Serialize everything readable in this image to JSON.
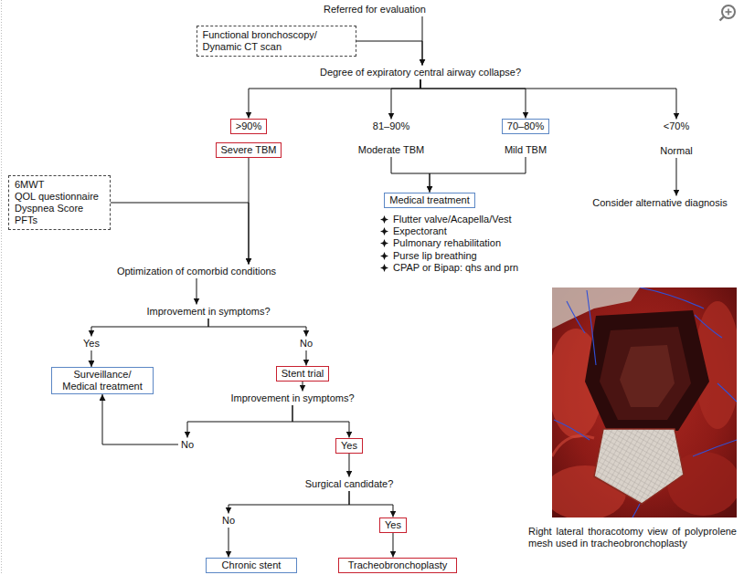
{
  "diagram": {
    "nodes": [
      {
        "text": [
          "Referred for evaluation"
        ]
      },
      {
        "text": [
          "Functional bronchoscopy/ Dynamic CT scan"
        ]
      },
      {
        "text": [
          "Degree of expiratory central airway collapse?"
        ]
      },
      {
        "text": [
          ">90%"
        ]
      },
      {
        "text": [
          "81–90%"
        ]
      },
      {
        "text": [
          "70–80%"
        ]
      },
      {
        "text": [
          "<70%"
        ]
      },
      {
        "text": [
          "Severe TBM"
        ]
      },
      {
        "text": [
          "Moderate TBM"
        ]
      },
      {
        "text": [
          "Mild TBM"
        ]
      },
      {
        "text": [
          "Normal"
        ]
      },
      {
        "text": [
          "6MWT",
          "QOL questionnaire",
          "Dyspnea Score",
          "PFTs"
        ]
      },
      {
        "text": [
          "Medical treatment"
        ]
      },
      {
        "text": [
          "Consider alternative diagnosis"
        ]
      },
      {
        "text": [
          "Optimization of comorbid conditions"
        ]
      },
      {
        "text": [
          "Improvement in symptoms?"
        ]
      },
      {
        "text": [
          "Yes"
        ]
      },
      {
        "text": [
          "No"
        ]
      },
      {
        "text": [
          "Surveillance/ Medical treatment"
        ]
      },
      {
        "text": [
          "Stent trial"
        ]
      },
      {
        "text": [
          "Improvement in symptoms?"
        ]
      },
      {
        "text": [
          "No"
        ]
      },
      {
        "text": [
          "Yes"
        ]
      },
      {
        "text": [
          "Surgical candidate?"
        ]
      },
      {
        "text": [
          "No"
        ]
      },
      {
        "text": [
          "Yes"
        ]
      },
      {
        "text": [
          "Chronic stent"
        ]
      },
      {
        "text": [
          "Tracheobronchoplasty"
        ]
      }
    ],
    "edges": [
      {
        "from": 0,
        "to": 2,
        "arrow": "to"
      },
      {
        "from": 1,
        "to": 2,
        "arrow": "to"
      },
      {
        "from": 2,
        "to": 3,
        "arrow": "to"
      },
      {
        "from": 2,
        "to": 4,
        "arrow": "to"
      },
      {
        "from": 2,
        "to": 5,
        "arrow": "to"
      },
      {
        "from": 2,
        "to": 6,
        "arrow": "to"
      },
      {
        "from": 7,
        "to": 14,
        "arrow": "to"
      },
      {
        "from": 11,
        "to": 14,
        "arrow": "to"
      },
      {
        "from": 8,
        "to": 12,
        "arrow": "to"
      },
      {
        "from": 9,
        "to": 12,
        "arrow": "to"
      },
      {
        "from": 10,
        "to": 13,
        "arrow": "to"
      },
      {
        "from": 14,
        "to": 15,
        "arrow": "to"
      },
      {
        "from": 15,
        "to": 16,
        "arrow": "to"
      },
      {
        "from": 15,
        "to": 17,
        "arrow": "to"
      },
      {
        "from": 16,
        "to": 18,
        "arrow": "to"
      },
      {
        "from": 17,
        "to": 19,
        "arrow": "to"
      },
      {
        "from": 19,
        "to": 20,
        "arrow": "to"
      },
      {
        "from": 20,
        "to": 21,
        "arrow": "to"
      },
      {
        "from": 20,
        "to": 22,
        "arrow": "to"
      },
      {
        "from": 21,
        "to": 18,
        "arrow": "to"
      },
      {
        "from": 22,
        "to": 23,
        "arrow": "to"
      },
      {
        "from": 23,
        "to": 24,
        "arrow": "to"
      },
      {
        "from": 23,
        "to": 25,
        "arrow": "to"
      },
      {
        "from": 24,
        "to": 26,
        "arrow": "to"
      },
      {
        "from": 25,
        "to": 27,
        "arrow": "to"
      }
    ],
    "labels": [
      "Flutter valve/Acapella/Vest",
      "Expectorant",
      "Pulmonary rehabilitation",
      "Purse lip breathing",
      "CPAP or Bipap: qhs and prn",
      "Right lateral thoracotomy view of polyprolene mesh used in tracheobronchoplasty"
    ]
  }
}
